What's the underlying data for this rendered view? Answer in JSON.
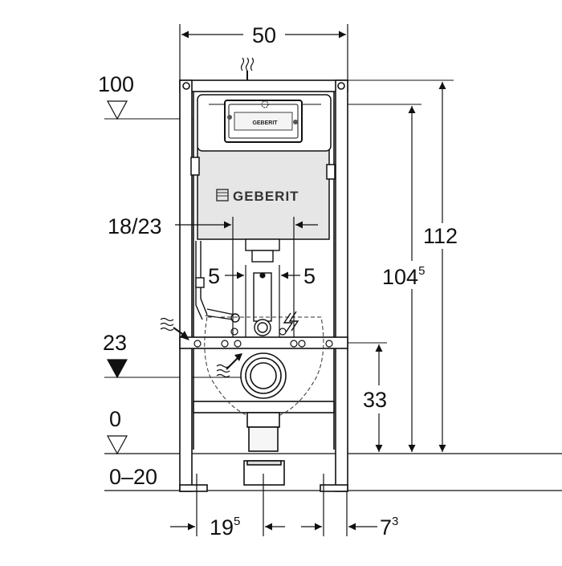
{
  "diagram": {
    "brand": {
      "name": "GEBERIT",
      "plate_label": "GEBERIT"
    },
    "dimensions": {
      "width": "50",
      "height_total": "112",
      "height_cistern_main": "104",
      "height_cistern_sup": "5",
      "height_drain": "33",
      "pipe_spacing": "18/23",
      "offset_left": "5",
      "offset_right": "5",
      "frame_left_main": "19",
      "frame_left_sup": "5",
      "frame_right_main": "7",
      "frame_right_sup": "3"
    },
    "levels": {
      "top": "100",
      "drain": "23",
      "floor": "0",
      "screed": "0–20"
    },
    "icons": [
      "water-inlet-icon",
      "water-flow-icon",
      "electrical-icon",
      "level-marker-icon"
    ],
    "colors": {
      "line": "#111111",
      "frame_fill": "#ffffff",
      "cistern_fill": "#e6e6e6"
    }
  }
}
